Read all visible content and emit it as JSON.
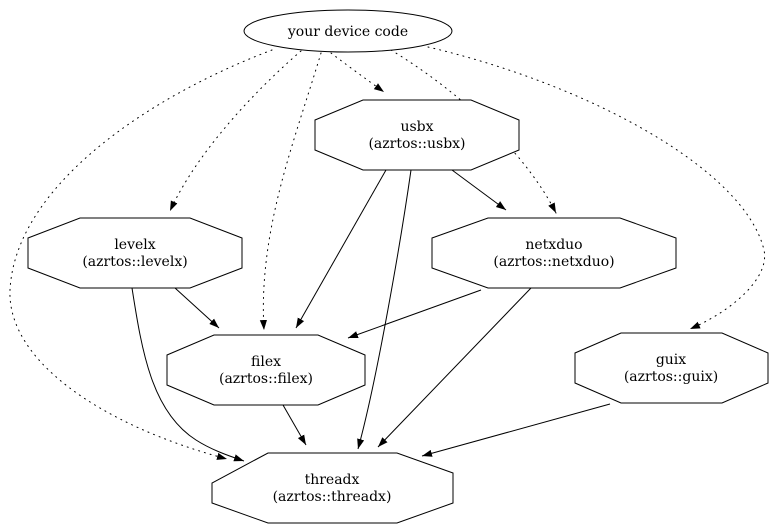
{
  "diagram": {
    "type": "dependency-graph",
    "background_color": "#ffffff",
    "line_color": "#000000",
    "node_fill_color": "#ffffff",
    "nodes": {
      "device": {
        "label": "your device code",
        "shape": "ellipse"
      },
      "usbx": {
        "label": "usbx",
        "sublabel": "(azrtos::usbx)",
        "shape": "octagon"
      },
      "levelx": {
        "label": "levelx",
        "sublabel": "(azrtos::levelx)",
        "shape": "octagon"
      },
      "netxduo": {
        "label": "netxduo",
        "sublabel": "(azrtos::netxduo)",
        "shape": "octagon"
      },
      "filex": {
        "label": "filex",
        "sublabel": "(azrtos::filex)",
        "shape": "octagon"
      },
      "guix": {
        "label": "guix",
        "sublabel": "(azrtos::guix)",
        "shape": "octagon"
      },
      "threadx": {
        "label": "threadx",
        "sublabel": "(azrtos::threadx)",
        "shape": "octagon"
      }
    },
    "edges": [
      {
        "from": "your device code",
        "to": "usbx",
        "style": "dotted"
      },
      {
        "from": "your device code",
        "to": "levelx",
        "style": "dotted"
      },
      {
        "from": "your device code",
        "to": "filex",
        "style": "dotted"
      },
      {
        "from": "your device code",
        "to": "netxduo",
        "style": "dotted"
      },
      {
        "from": "your device code",
        "to": "guix",
        "style": "dotted"
      },
      {
        "from": "your device code",
        "to": "threadx",
        "style": "dotted"
      },
      {
        "from": "usbx",
        "to": "netxduo",
        "style": "solid"
      },
      {
        "from": "usbx",
        "to": "filex",
        "style": "solid"
      },
      {
        "from": "usbx",
        "to": "threadx",
        "style": "solid"
      },
      {
        "from": "levelx",
        "to": "filex",
        "style": "solid"
      },
      {
        "from": "levelx",
        "to": "threadx",
        "style": "solid"
      },
      {
        "from": "netxduo",
        "to": "filex",
        "style": "solid"
      },
      {
        "from": "netxduo",
        "to": "threadx",
        "style": "solid"
      },
      {
        "from": "filex",
        "to": "threadx",
        "style": "solid"
      },
      {
        "from": "guix",
        "to": "threadx",
        "style": "solid"
      }
    ]
  }
}
